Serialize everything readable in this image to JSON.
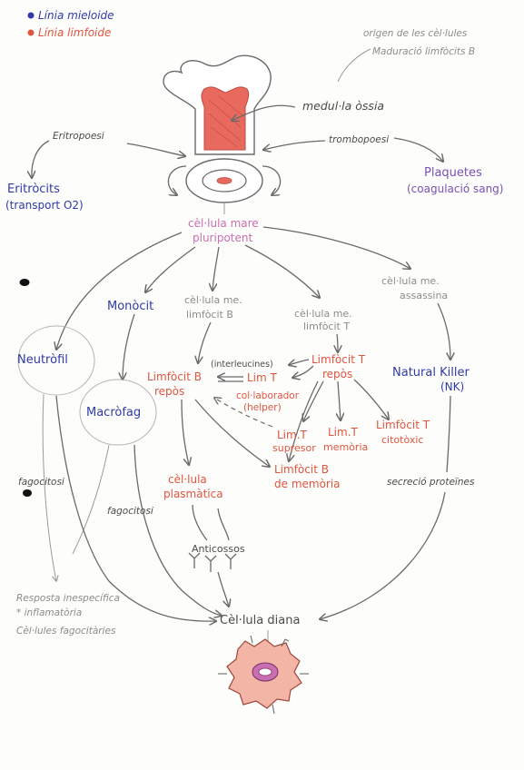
{
  "legend": {
    "myeloid": "Línia mieloide",
    "lymphoid": "Línia limfoide"
  },
  "colors": {
    "myeloid": "#2f3aa8",
    "lymphoid": "#e0553f",
    "annotation": "#8c8c8c",
    "text": "#4a4a4a",
    "platelets": "#7a4fb8",
    "stem": "#c86fb0",
    "bone": "#e8695e"
  },
  "bone": {
    "origin_note_1": "origen de les cèl·lules",
    "origin_note_2": "Maduració limfòcits B",
    "marrow": "medul·la òssia",
    "erythropoiesis": "Eritropoesi",
    "thrombopoiesis": "trombopoesi"
  },
  "products": {
    "erythrocytes": "Eritròcits",
    "erythrocytes_role": "(transport O2)",
    "platelets": "Plaquetes",
    "platelets_role": "(coagulació sang)"
  },
  "stem_cell": {
    "line1": "cèl·lula mare",
    "line2": "pluripotent"
  },
  "myeloid": {
    "monocyte": "Monòcit",
    "macrophage": "Macròfag",
    "neutrophil": "Neutròfil",
    "phagocytosis_1": "fagocitosi",
    "phagocytosis_2": "fagocitosi"
  },
  "lymphoid": {
    "stem_b_1": "cèl·lula me.",
    "stem_b_2": "limfòcit B",
    "stem_t_1": "cèl·lula me.",
    "stem_t_2": "limfòcit T",
    "stem_nk_1": "cèl·lula me.",
    "stem_nk_2": "assassina",
    "b_rest_1": "Limfòcit B",
    "b_rest_2": "repòs",
    "interleukins": "(interleucines)",
    "t_helper_1": "Lim T",
    "t_helper_2": "col·laborador",
    "t_helper_3": "(helper)",
    "t_rest_1": "Limfòcit T",
    "t_rest_2": "repòs",
    "t_suppressor_1": "Lim.T",
    "t_suppressor_2": "supresor",
    "t_memory_1": "Lim.T",
    "t_memory_2": "memòria",
    "t_cytotoxic_1": "Limfòcit T",
    "t_cytotoxic_2": "citotòxic",
    "plasma_1": "cèl·lula",
    "plasma_2": "plasmàtica",
    "b_memory_1": "Limfòcit B",
    "b_memory_2": "de memòria",
    "nk_1": "Natural Killer",
    "nk_2": "(NK)",
    "protein_secretion": "secreció proteïnes",
    "antibodies": "Anticossos"
  },
  "response": {
    "line1": "Resposta inespecífica",
    "line2": "* inflamatòria",
    "line3": "Cèl·lules fagocitàries"
  },
  "target": "Cèl·lula diana"
}
